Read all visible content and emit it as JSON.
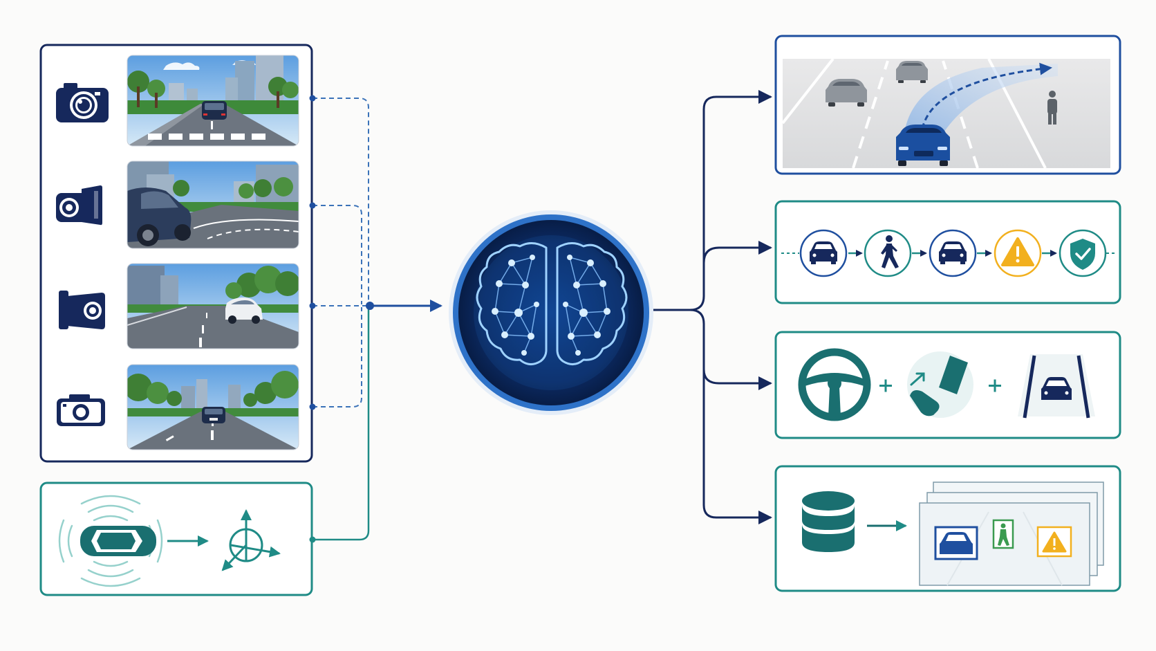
{
  "colors": {
    "navy": "#16285c",
    "blue": "#1f4f9f",
    "teal": "#1f8b86",
    "amber": "#f2b01e",
    "green": "#3a9a4f",
    "bg": "#fbfbfa"
  },
  "inputs": {
    "cameras": [
      {
        "icon": "front-camera-icon",
        "view": "front-road-view"
      },
      {
        "icon": "side-camera-icon",
        "view": "side-road-view"
      },
      {
        "icon": "rear-camera-icon",
        "view": "rear-road-view"
      },
      {
        "icon": "back-camera-icon",
        "view": "back-road-view"
      }
    ],
    "motion_sensors": [
      "vehicle-sensor-icon",
      "imu-axes-icon"
    ]
  },
  "core": {
    "icon": "neural-brain-icon"
  },
  "outputs": [
    {
      "name": "trajectory-planning",
      "icons": [
        "lead-car-icon",
        "far-car-icon",
        "ego-car-icon",
        "pedestrian-icon",
        "trajectory-arrow"
      ]
    },
    {
      "name": "scene-reasoning-chain",
      "icons": [
        "car-icon",
        "pedestrian-icon",
        "car-icon",
        "warning-icon",
        "shield-check-icon"
      ]
    },
    {
      "name": "control-actions",
      "icons": [
        "steering-wheel-icon",
        "pedal-icon",
        "lane-keeping-icon"
      ]
    },
    {
      "name": "data-annotation",
      "icons": [
        "database-icon",
        "car-box-icon",
        "pedestrian-box-icon",
        "warning-box-icon"
      ]
    }
  ]
}
